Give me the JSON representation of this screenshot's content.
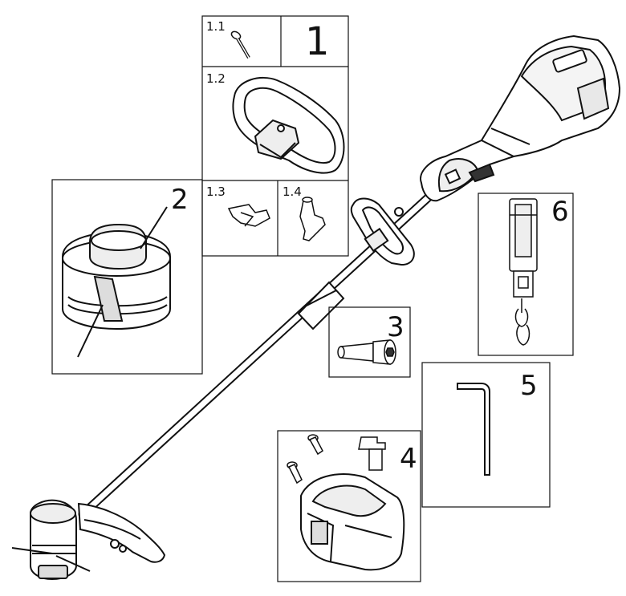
{
  "parts": {
    "part_1_1": "1.1",
    "part_1": "1",
    "part_1_2": "1.2",
    "part_1_3": "1.3",
    "part_1_4": "1.4",
    "part_2": "2",
    "part_3": "3",
    "part_4": "4",
    "part_5": "5",
    "part_6": "6"
  },
  "colors": {
    "line": "#111111",
    "paper": "#ffffff",
    "shade": "#555555"
  }
}
